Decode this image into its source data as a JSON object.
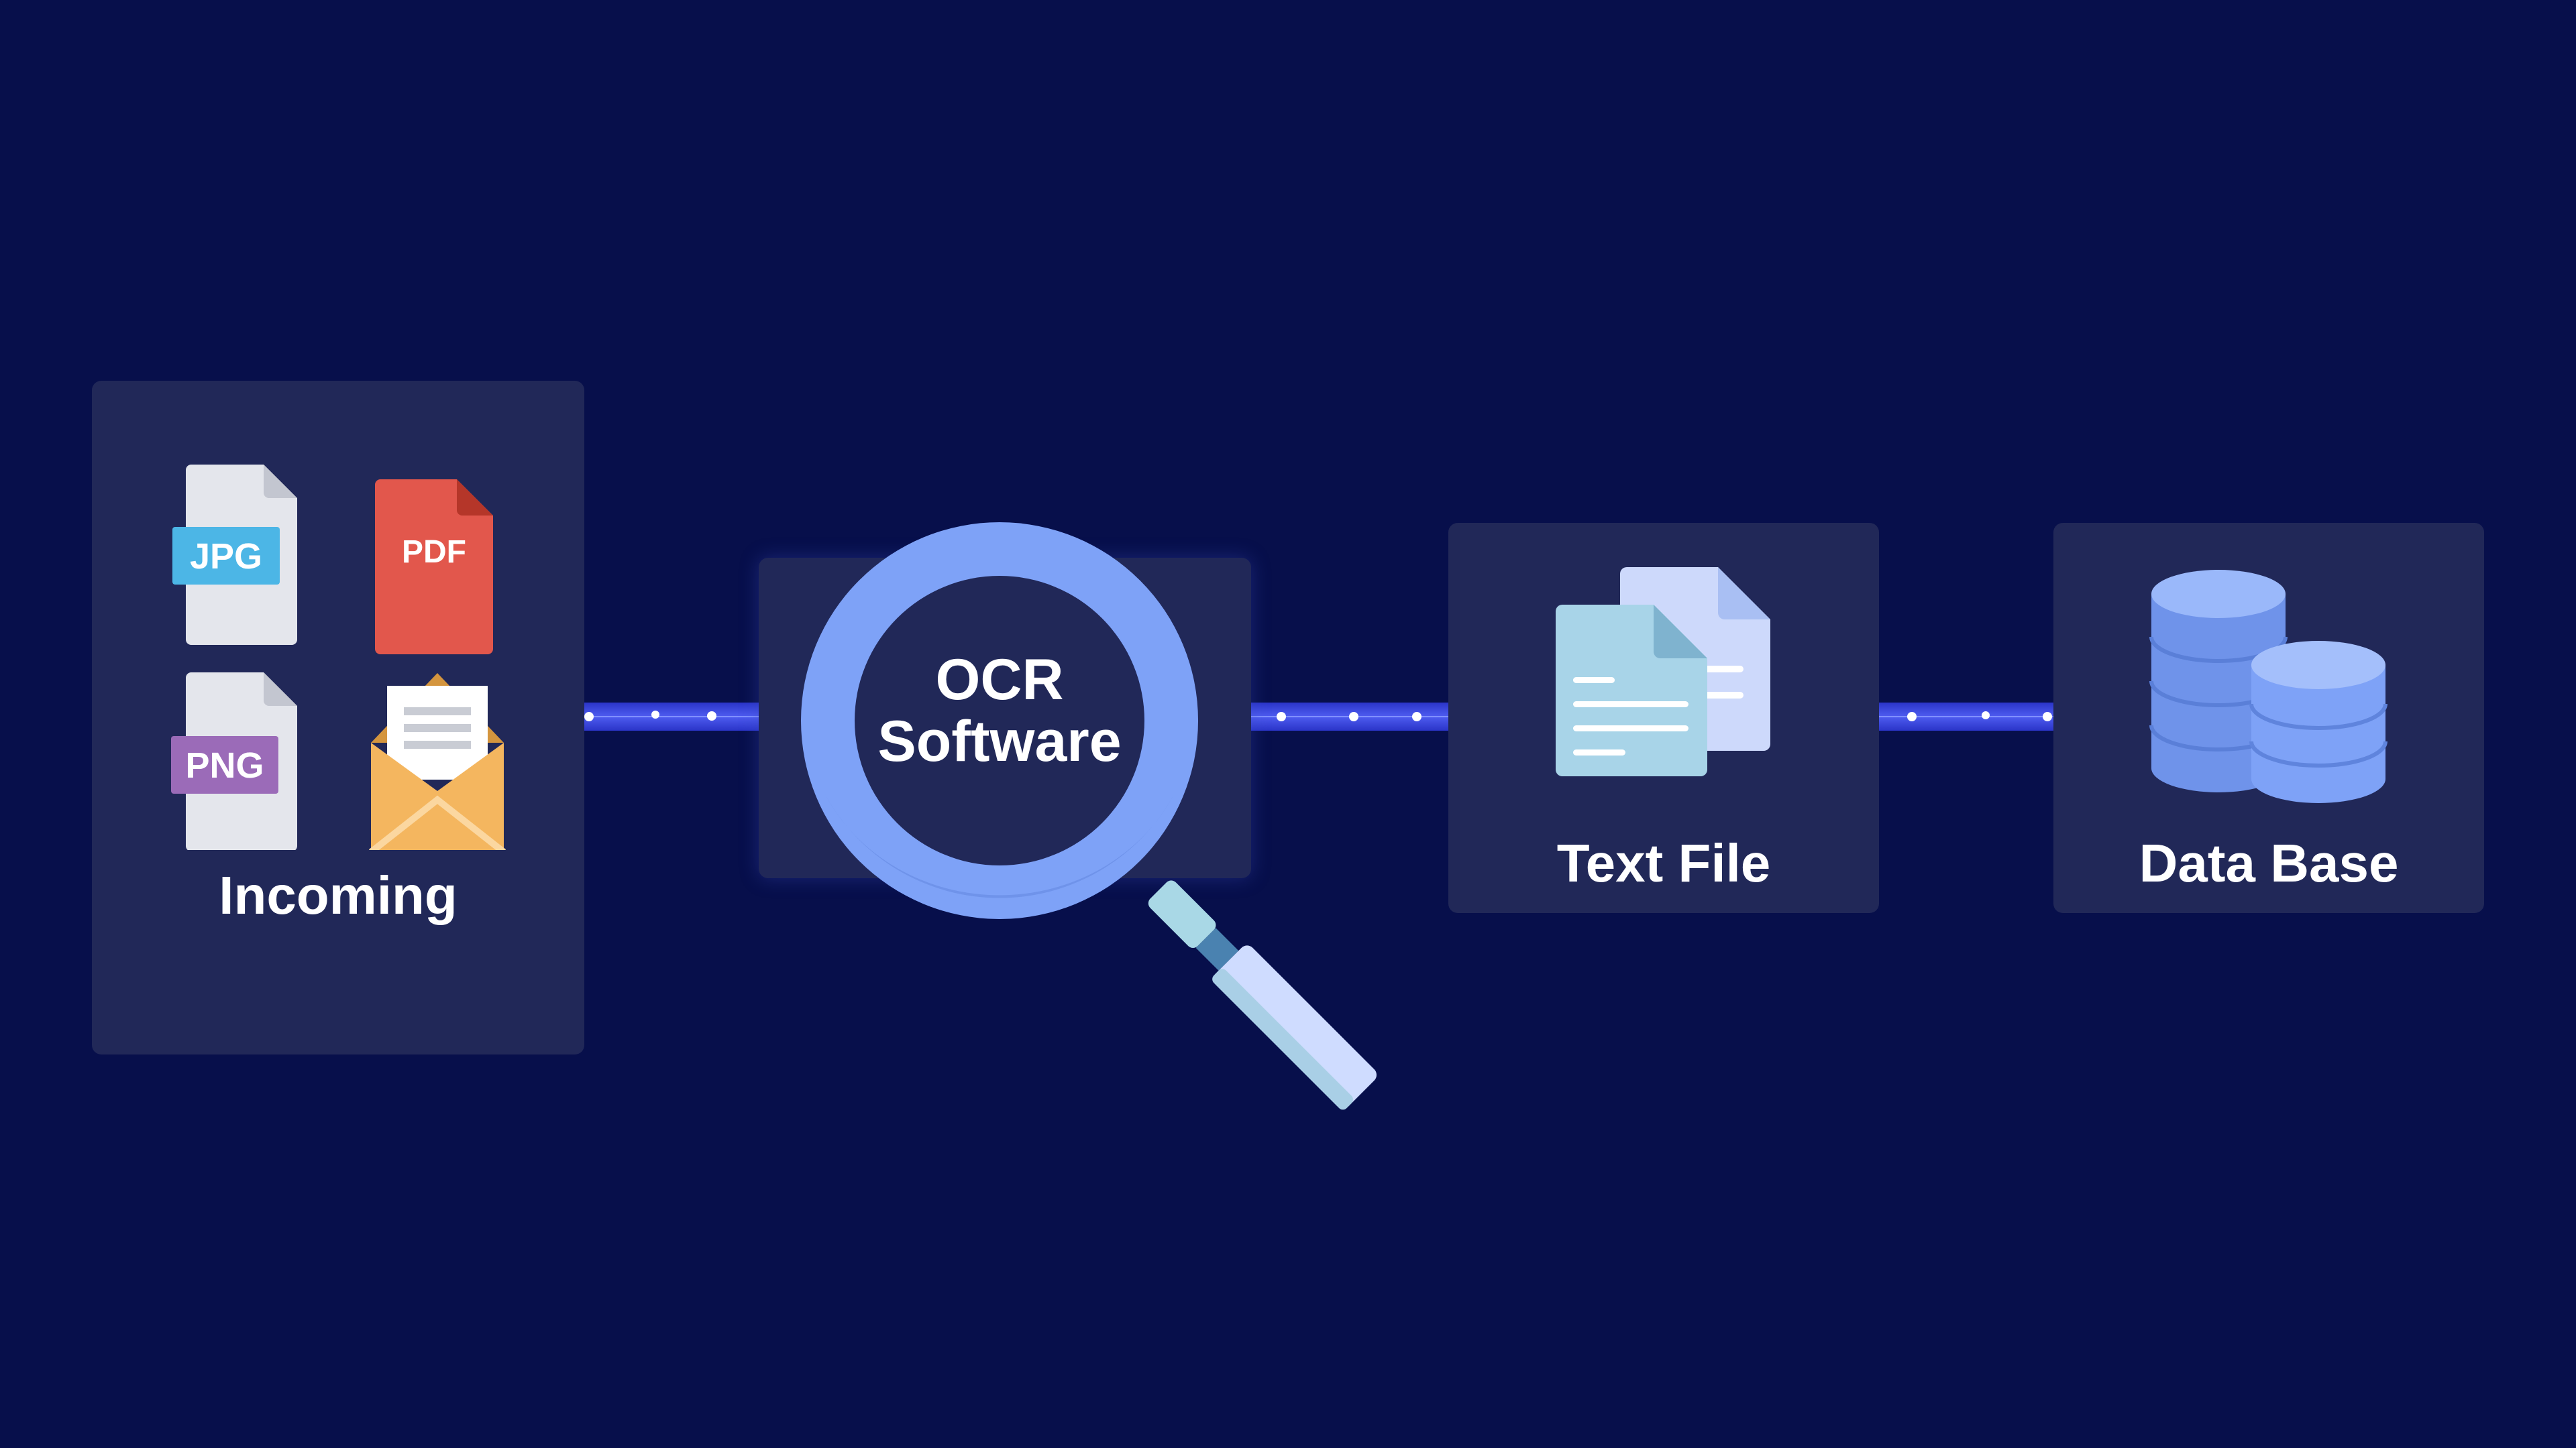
{
  "nodes": {
    "incoming": {
      "label": "Incoming",
      "files": [
        "JPG",
        "PDF",
        "PNG"
      ]
    },
    "ocr": {
      "line1": "OCR",
      "line2": "Software"
    },
    "text_file": {
      "label": "Text File"
    },
    "database": {
      "label": "Data Base"
    }
  },
  "colors": {
    "background": "#070f4b",
    "panel": "#212858",
    "connector": "#3a46e0",
    "magnifier": "#7ea2f7",
    "jpg": "#4cb6e6",
    "pdf": "#e2574c",
    "png": "#9b6bb8",
    "envelope": "#f0b45c",
    "database": "#86a8f5"
  },
  "icons": [
    "jpg-file-icon",
    "pdf-file-icon",
    "png-file-icon",
    "envelope-icon",
    "magnifier-icon",
    "documents-icon",
    "database-icon"
  ]
}
